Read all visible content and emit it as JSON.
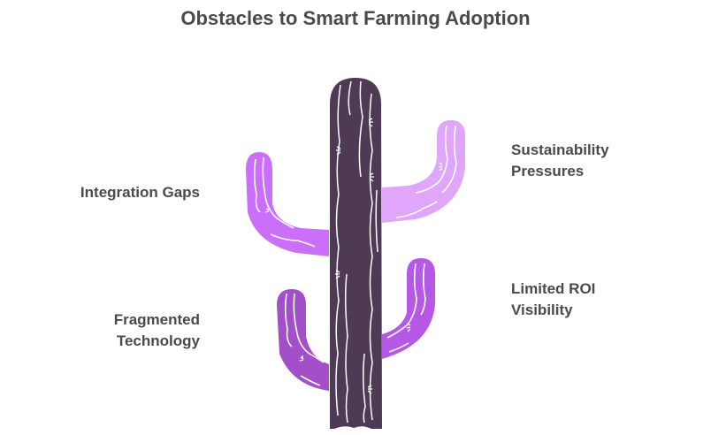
{
  "title": "Obstacles to Smart Farming Adoption",
  "diagram": {
    "type": "cactus-infographic",
    "trunk": {
      "color": "#4e3a55"
    },
    "branches": [
      {
        "id": "integration-gaps",
        "side": "left",
        "position": "upper",
        "label_line1": "Integration Gaps",
        "label_line2": "",
        "color": "#cb6ef9"
      },
      {
        "id": "sustainability-pressures",
        "side": "right",
        "position": "upper",
        "label_line1": "Sustainability",
        "label_line2": "Pressures",
        "color": "#e0a6fb"
      },
      {
        "id": "fragmented-technology",
        "side": "left",
        "position": "lower",
        "label_line1": "Fragmented",
        "label_line2": "Technology",
        "color": "#a34fc9"
      },
      {
        "id": "limited-roi-visibility",
        "side": "right",
        "position": "lower",
        "label_line1": "Limited ROI",
        "label_line2": "Visibility",
        "color": "#b558e6"
      }
    ]
  }
}
